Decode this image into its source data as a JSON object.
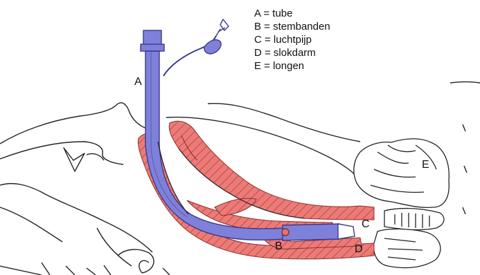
{
  "legend": [
    {
      "letter": "A",
      "text": "A = tube"
    },
    {
      "letter": "B",
      "text": "B = stembanden"
    },
    {
      "letter": "C",
      "text": "C = luchtpijp"
    },
    {
      "letter": "D",
      "text": "D = slokdarm"
    },
    {
      "letter": "E",
      "text": "E = longen"
    }
  ],
  "labels": {
    "a": "A",
    "b": "B",
    "c": "C",
    "d": "D",
    "e": "E"
  },
  "colors": {
    "tissue": "#e8716f",
    "tissue_hatch": "#a83a36",
    "tube": "#7f80d9",
    "tube_stroke": "#3a3a8a",
    "outline": "#222222"
  }
}
